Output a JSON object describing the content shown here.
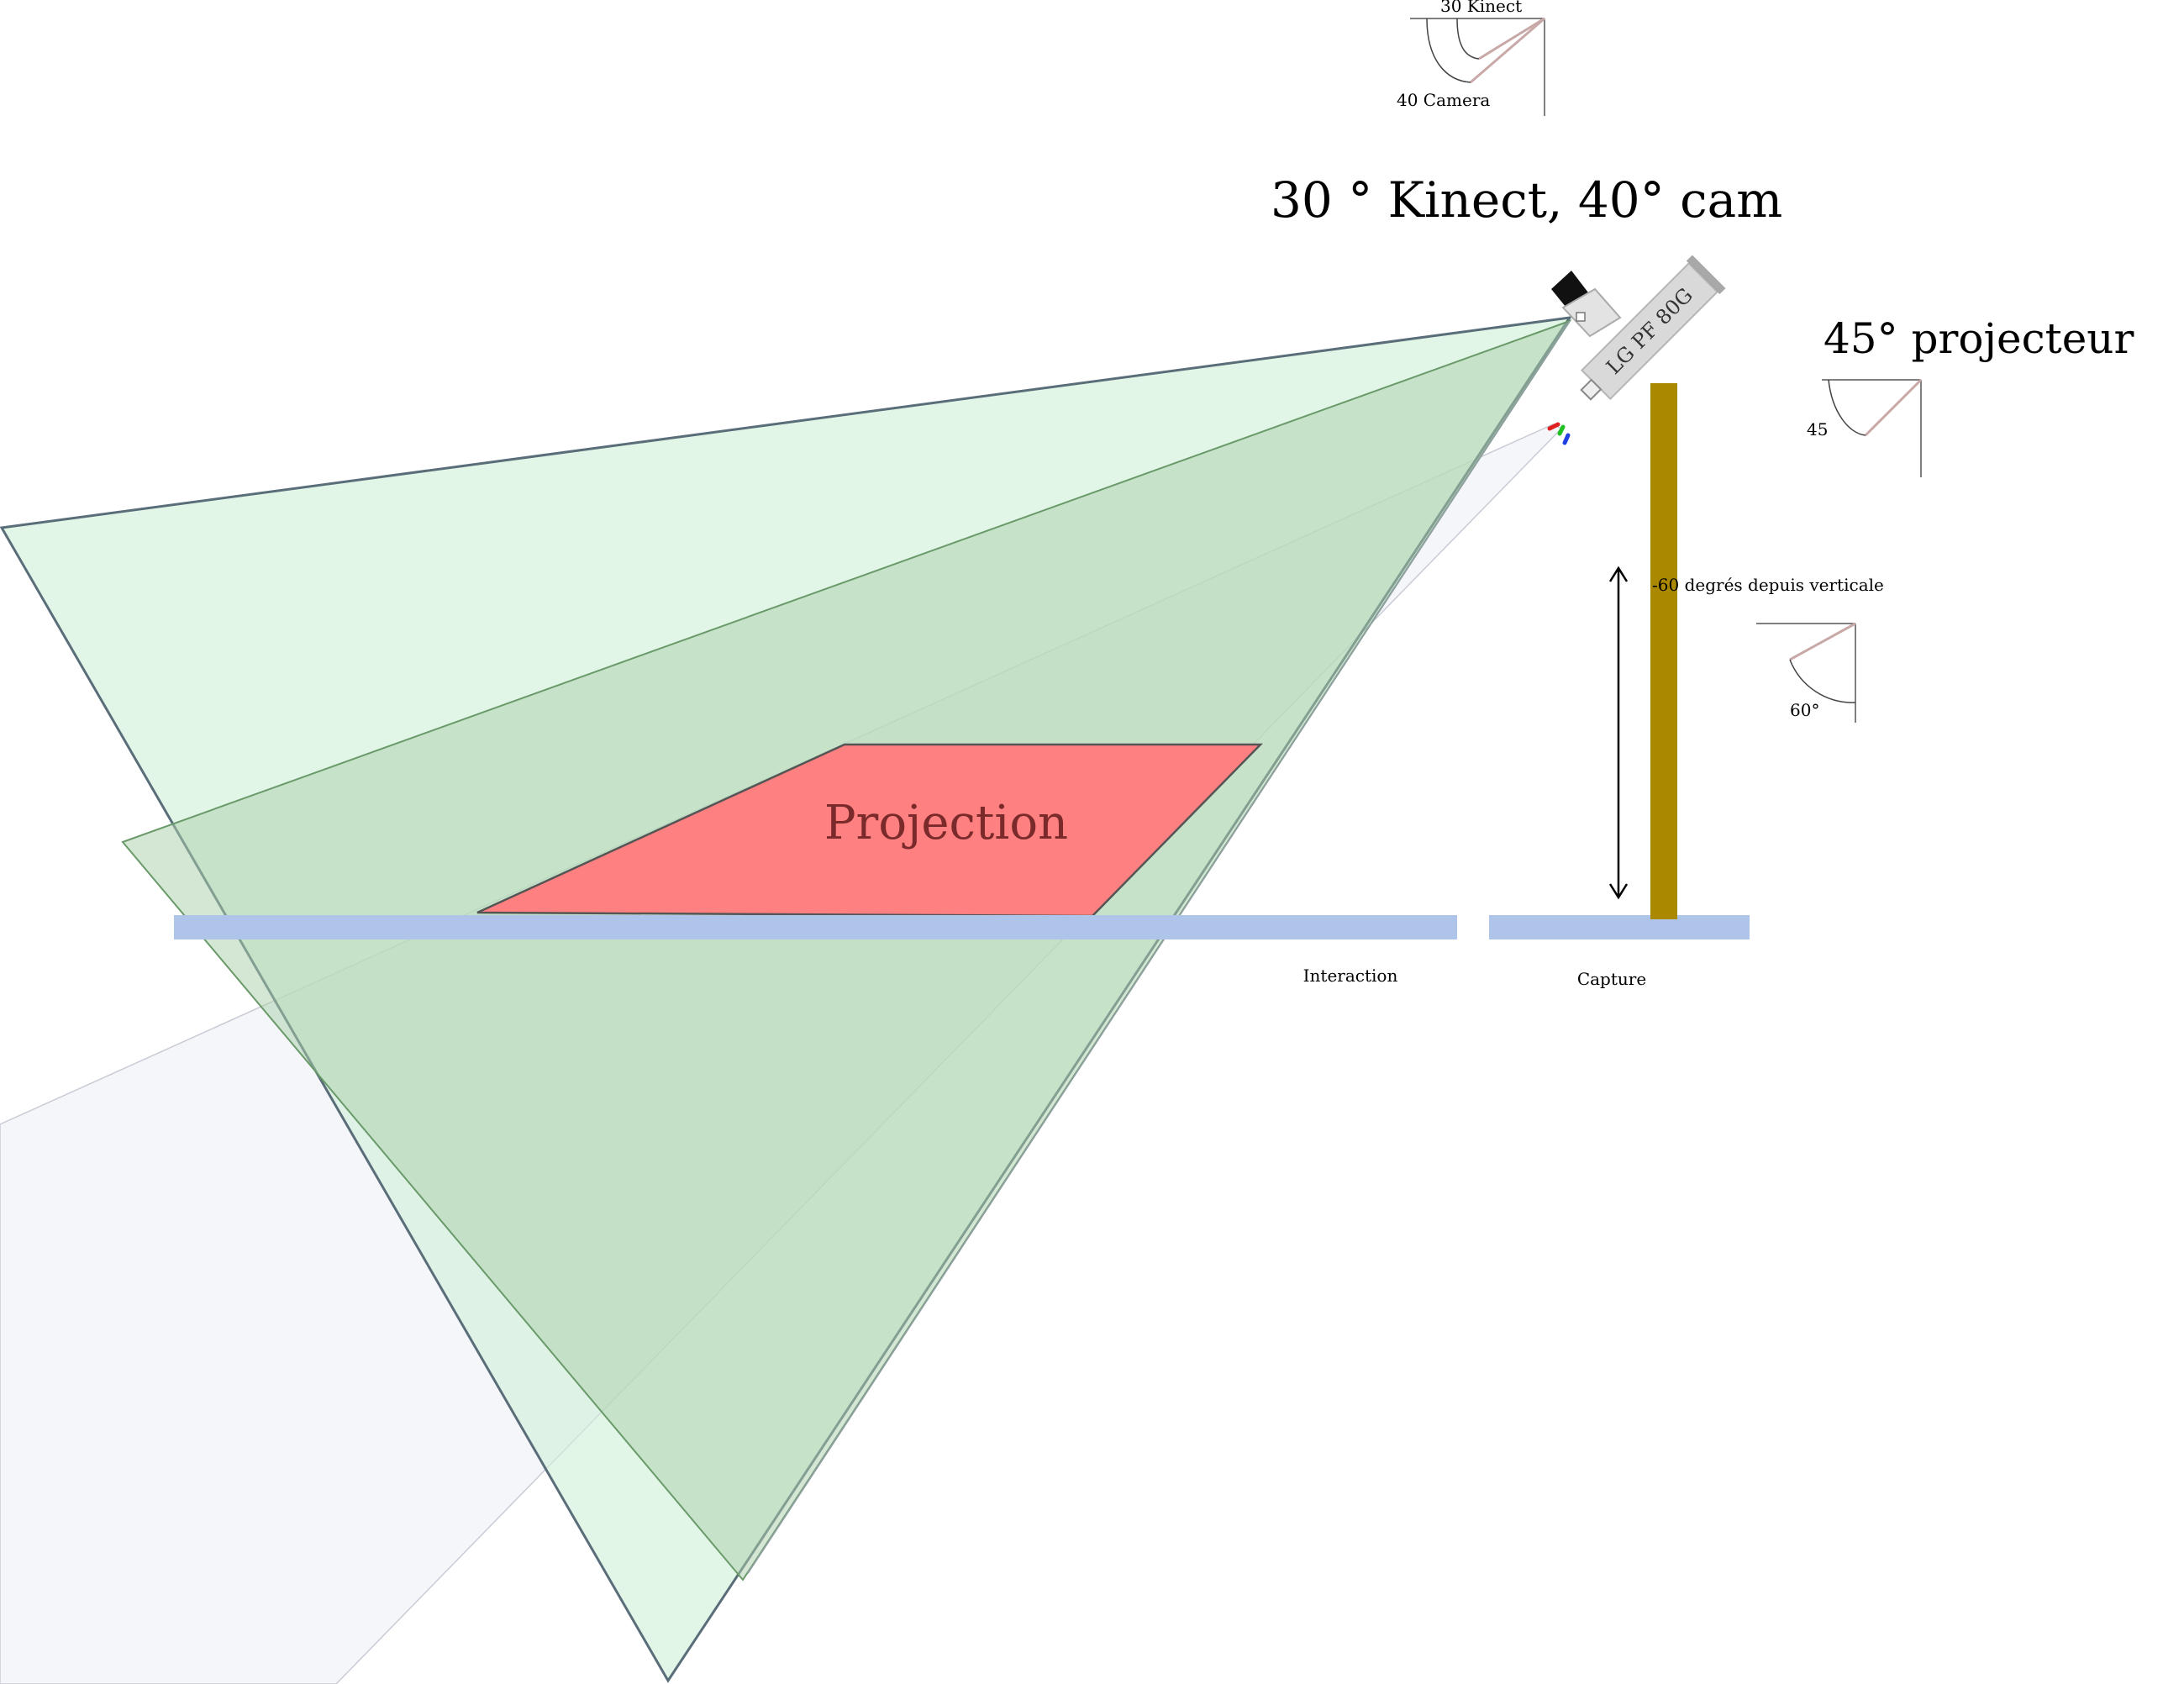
{
  "labels": {
    "kinect_angle_small": "30 Kinect",
    "camera_angle_small": "40 Camera",
    "main_title": "30 ° Kinect, 40° cam",
    "projector_title": "45° projecteur",
    "projector_angle_small": "45",
    "projector_model": "LG PF 80G",
    "mount_angle_note": "-60 degrés depuis verticale",
    "mount_angle_small": "60°",
    "projection": "Projection",
    "interaction": "Interaction",
    "capture": "Capture"
  },
  "colors": {
    "kinect_field": "#cdeed6",
    "camera_field": "#b9d8b9",
    "projector_beam": "#e6e9f4",
    "projection_area": "#ff8080",
    "projection_text": "#7a2a2a",
    "surface": "#aec4e8",
    "mount_pole": "#aa8800",
    "projector_body": "#d9d9d9"
  }
}
